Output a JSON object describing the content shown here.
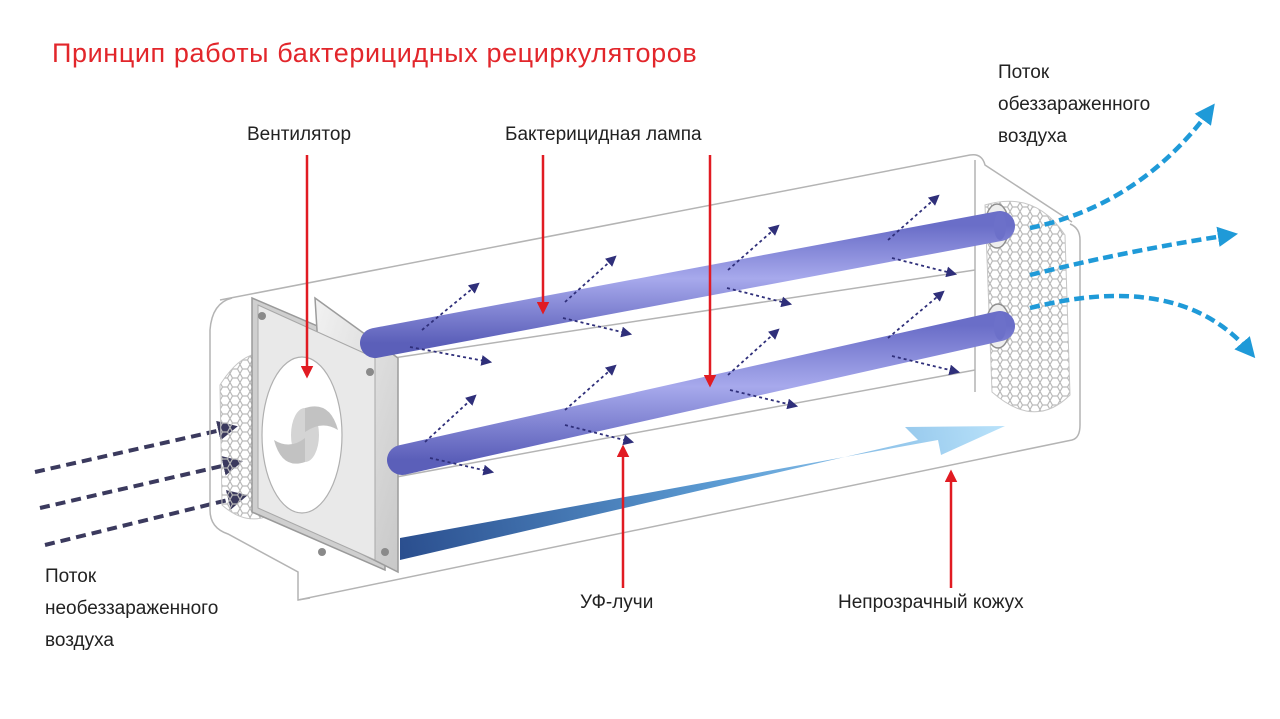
{
  "title": "Принцип работы бактерицидных рециркуляторов",
  "labels": {
    "fan": "Вентилятор",
    "lamp": "Бактерицидная лампа",
    "uv": "УФ-лучи",
    "case": "Непрозрачный кожух",
    "outflow": [
      "Поток",
      "обеззараженного",
      "воздуха"
    ],
    "inflow": [
      "Поток",
      "необеззараженного",
      "воздуха"
    ]
  },
  "colors": {
    "title": "#e2262b",
    "pointer": "#e11b22",
    "lamp": "#8285d6",
    "ray": "#2f2f7a",
    "inflow": "#3b3a5e",
    "outflow": "#1f9ad8",
    "flow_arrow": "#7fc8f0"
  }
}
